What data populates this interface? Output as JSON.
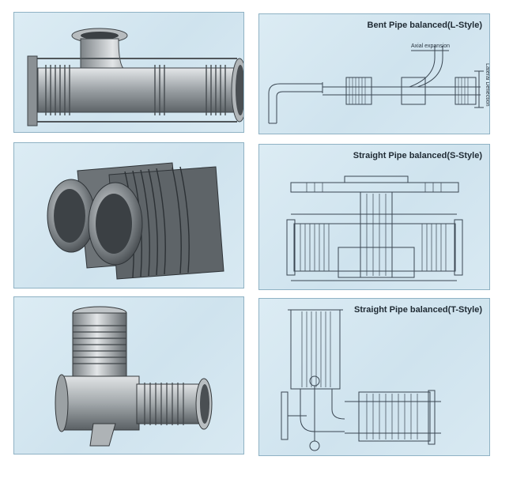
{
  "panels": {
    "l_style": {
      "caption": "Bent Pipe balanced(L-Style)",
      "label_axial": "Axial expansion",
      "label_lateral": "Lateral Deflection"
    },
    "s_style": {
      "caption": "Straight Pipe balanced(S-Style)"
    },
    "t_style": {
      "caption": "Straight Pipe balanced(T-Style)"
    }
  },
  "colors": {
    "panel_bg": "#d6e8f1",
    "panel_border": "#8fb2c4",
    "metal_light": "#c9cdd0",
    "metal_dark": "#4a4f53",
    "line": "#3a4652"
  }
}
